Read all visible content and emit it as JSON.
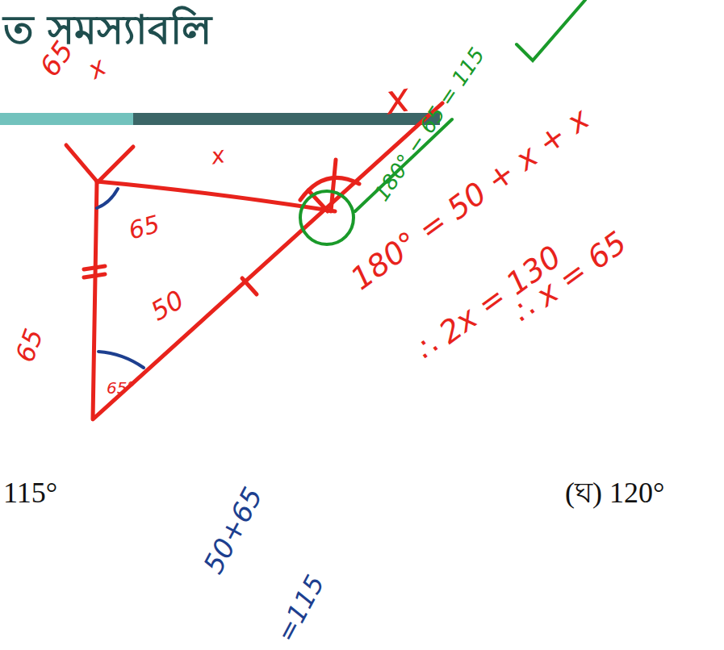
{
  "diagram": {
    "title": "ত সমস্যাবলি",
    "labels": [
      "65",
      "x",
      "65",
      "x",
      "x",
      "50",
      "65",
      "65°",
      "180° − 65 = 115",
      "180° = 50 + x + x",
      "∴ 2x = 130",
      "∴ x = 65",
      "115°",
      "(ঘ) 120°",
      "50+65",
      "=115"
    ]
  }
}
